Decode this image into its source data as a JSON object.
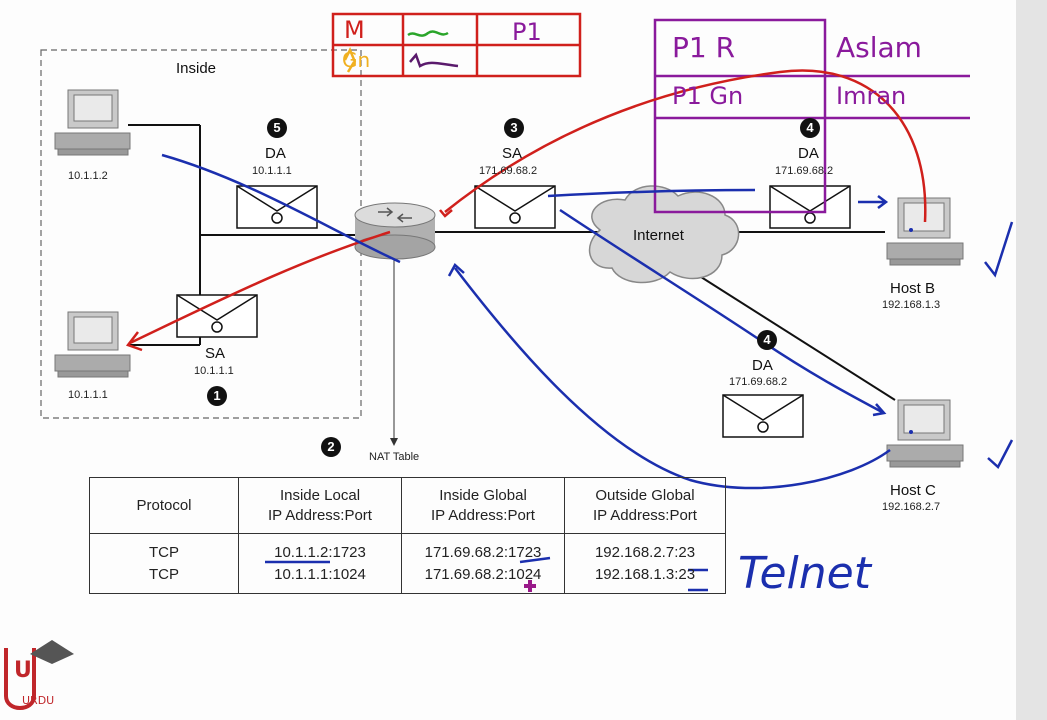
{
  "diagram": {
    "inside_label": "Inside",
    "nat_table_caption": "NAT Table",
    "internet_label": "Internet",
    "hosts": [
      {
        "id": "inside-host-top",
        "ip": "10.1.1.2"
      },
      {
        "id": "inside-host-bottom",
        "ip": "10.1.1.1"
      },
      {
        "id": "host-b",
        "name": "Host B",
        "ip": "192.168.1.3"
      },
      {
        "id": "host-c",
        "name": "Host C",
        "ip": "192.168.2.7"
      }
    ],
    "packets": [
      {
        "step": "1",
        "field": "SA",
        "addr": "10.1.1.1"
      },
      {
        "step": "3",
        "field": "SA",
        "addr": "171.69.68.2"
      },
      {
        "step": "4",
        "field": "DA",
        "addr": "171.69.68.2"
      },
      {
        "step": "4",
        "field": "DA",
        "addr": "171.69.68.2"
      },
      {
        "step": "5",
        "field": "DA",
        "addr": "10.1.1.1"
      }
    ],
    "step_2": "2",
    "table": {
      "headers": [
        {
          "line1": "Protocol",
          "line2": ""
        },
        {
          "line1": "Inside Local",
          "line2": "IP Address:Port"
        },
        {
          "line1": "Inside Global",
          "line2": "IP Address:Port"
        },
        {
          "line1": "Outside Global",
          "line2": "IP Address:Port"
        }
      ],
      "rows": [
        [
          "TCP",
          "10.1.1.2:1723",
          "171.69.68.2:1723",
          "192.168.2.7:23"
        ],
        [
          "TCP",
          "10.1.1.1:1024",
          "171.69.68.2:1024",
          "192.168.1.3:23"
        ]
      ]
    }
  },
  "annotations": {
    "telnet": "Telnet",
    "box_left": [
      [
        "M",
        "",
        ""
      ],
      [
        "Gn",
        "",
        "P1"
      ]
    ],
    "box_right": {
      "row1": "P1  R",
      "row2": "P1  Gn",
      "side1": "Aslam",
      "side2": "Imran"
    }
  },
  "branding": {
    "logo_letter": "U",
    "logo_text": "URDU"
  }
}
